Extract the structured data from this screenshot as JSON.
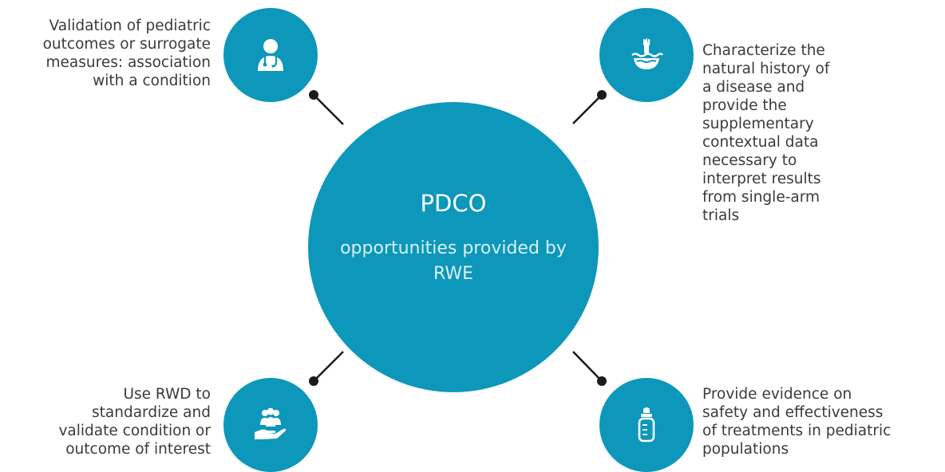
{
  "colors": {
    "accent": "#0d97bb",
    "connector": "#1a1a1a",
    "text": "#3a3a3a"
  },
  "center": {
    "title": "PDCO",
    "subtitle": "opportunities provided by RWE"
  },
  "nodes": [
    {
      "id": "top-left",
      "icon": "doctor-icon",
      "lines": [
        "Validation of pediatric",
        "outcomes or surrogate",
        "measures: association",
        "with a condition"
      ]
    },
    {
      "id": "top-right",
      "icon": "hand-in-water-icon",
      "lines": [
        "Characterize the",
        "natural history of",
        "a disease and",
        "provide the",
        "supplementary",
        "contextual data",
        "necessary to",
        "interpret results",
        "from single-arm",
        "trials"
      ]
    },
    {
      "id": "bottom-left",
      "icon": "hand-holding-people-icon",
      "lines": [
        "Use RWD to",
        "standardize and",
        "validate condition or",
        "outcome of interest"
      ]
    },
    {
      "id": "bottom-right",
      "icon": "baby-bottle-icon",
      "lines": [
        "Provide evidence on",
        "safety and effectiveness",
        "of treatments in pediatric",
        "populations"
      ]
    }
  ]
}
